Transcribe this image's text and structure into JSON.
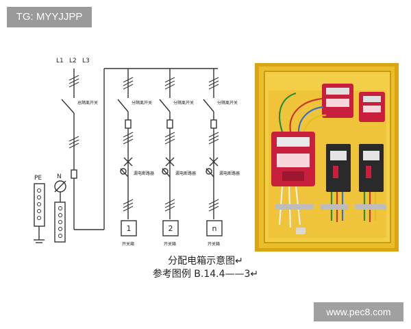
{
  "watermark": {
    "tag": "TG: MYYJJPP",
    "site": "www.pec8.com"
  },
  "schematic": {
    "phase_labels": [
      "L1",
      "L2",
      "L3"
    ],
    "pe_label": "PE",
    "n_label": "N",
    "main_switch_label": "总隔离开关",
    "branch_switch_label": "分隔离开关",
    "rcd_label": "漏电断路器",
    "outlet_box_label": "开关箱",
    "outlets": [
      "1",
      "2",
      "n"
    ]
  },
  "caption": {
    "title": "分配电箱示意图↵",
    "reference": "参考图例 B.14.4——3↵"
  },
  "photo": {
    "description_icon": "electrical-distribution-box-photo",
    "colors": {
      "box": "#e3b21a",
      "box_inner": "#f0c83a",
      "breaker_red": "#c8203c",
      "breaker_black": "#2a2a2a"
    }
  }
}
